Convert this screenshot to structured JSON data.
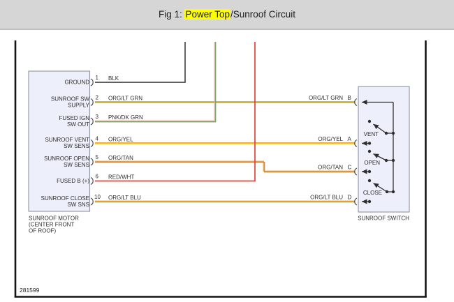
{
  "header": {
    "title_prefix": "Fig 1: ",
    "title_highlight": "Power Top",
    "title_suffix": "/Sunroof Circuit"
  },
  "colors": {
    "header_bg": "#d6d6d6",
    "highlight": "#ffff00",
    "box_fill": "#edeffa",
    "blk": "#4a4a4a",
    "org": "#EE9F2E",
    "lt_grn": "#A6C43F",
    "pnk": "#F2A3A3",
    "dk_grn": "#7B9E6B",
    "yel": "#FFD23C",
    "tan": "#CE8A3E",
    "red": "#E5403A",
    "lt_blu": "#6FC794"
  },
  "motor": {
    "name_lines": [
      "SUNROOF MOTOR",
      "(CENTER FRONT",
      "OF ROOF)"
    ],
    "pins": [
      {
        "number": "1",
        "wire": "BLK",
        "label_lines": [
          "GROUND"
        ]
      },
      {
        "number": "2",
        "wire": "ORG/LT GRN",
        "label_lines": [
          "SUNROOF SW",
          "SUPPLY"
        ]
      },
      {
        "number": "3",
        "wire": "PNK/DK GRN",
        "label_lines": [
          "FUSED IGN",
          "SW OUT"
        ]
      },
      {
        "number": "4",
        "wire": "ORG/YEL",
        "label_lines": [
          "SUNROOF VENT",
          "SW SENS"
        ]
      },
      {
        "number": "5",
        "wire": "ORG/TAN",
        "label_lines": [
          "SUNROOF OPEN",
          "SW SENS"
        ]
      },
      {
        "number": "6",
        "wire": "RED/WHT",
        "label_lines": [
          "FUSED B (+)"
        ]
      },
      {
        "number": "10",
        "wire": "ORG/LT BLU",
        "label_lines": [
          "SUNROOF CLOSE",
          "SW SNS"
        ]
      }
    ]
  },
  "switch": {
    "name": "SUNROOF SWITCH",
    "pins": [
      {
        "letter": "B",
        "wire": "ORG/LT GRN"
      },
      {
        "letter": "A",
        "wire": "ORG/YEL"
      },
      {
        "letter": "C",
        "wire": "ORG/TAN"
      },
      {
        "letter": "D",
        "wire": "ORG/LT BLU"
      }
    ],
    "positions": [
      "VENT",
      "OPEN",
      "CLOSE"
    ]
  },
  "footer": {
    "figure_id": "281599"
  }
}
